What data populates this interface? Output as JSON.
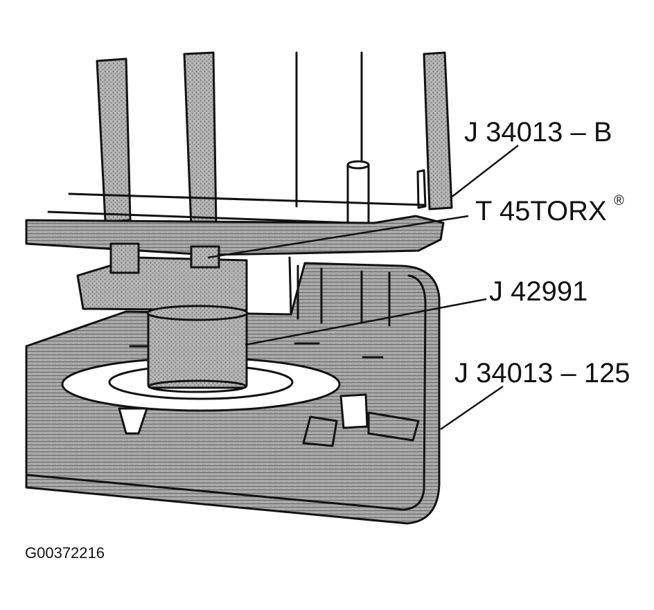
{
  "figure_id": "G00372216",
  "callouts": {
    "tool_frame": "J 34013 – B",
    "torx_bit": "T 45TORX",
    "torx_mark": "®",
    "socket_tool": "J 42991",
    "cradle": "J 34013 – 125"
  },
  "colors": {
    "ink": "#111111",
    "shade": "#9a9a9a",
    "paper": "#ffffff"
  }
}
